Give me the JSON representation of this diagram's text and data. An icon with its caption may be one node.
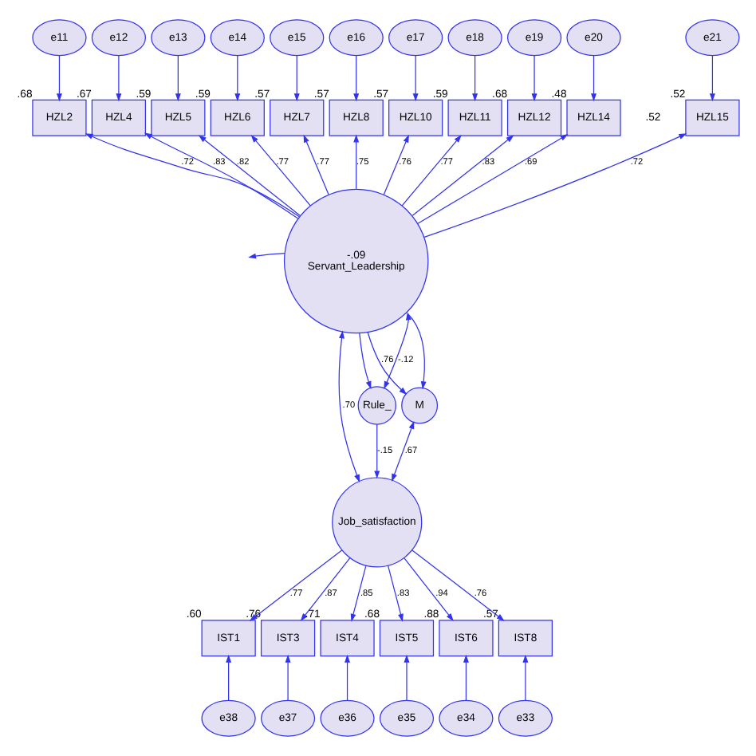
{
  "diagram": {
    "nodes": [
      {
        "text": [
          "e11"
        ]
      },
      {
        "text": [
          "e12"
        ]
      },
      {
        "text": [
          "e13"
        ]
      },
      {
        "text": [
          "e14"
        ]
      },
      {
        "text": [
          "e15"
        ]
      },
      {
        "text": [
          "e16"
        ]
      },
      {
        "text": [
          "e17"
        ]
      },
      {
        "text": [
          "e18"
        ]
      },
      {
        "text": [
          "e19"
        ]
      },
      {
        "text": [
          "e20"
        ]
      },
      {
        "text": [
          "e21"
        ]
      },
      {
        "text": [
          "HZL2"
        ],
        "beside": [
          ".68"
        ]
      },
      {
        "text": [
          "HZL4"
        ],
        "beside": [
          ".67"
        ]
      },
      {
        "text": [
          "HZL5"
        ],
        "beside": [
          ".59"
        ]
      },
      {
        "text": [
          "HZL6"
        ],
        "beside": [
          ".59"
        ]
      },
      {
        "text": [
          "HZL7"
        ],
        "beside": [
          ".57"
        ]
      },
      {
        "text": [
          "HZL8"
        ],
        "beside": [
          ".57"
        ]
      },
      {
        "text": [
          "HZL10"
        ],
        "beside": [
          ".57"
        ]
      },
      {
        "text": [
          "HZL11"
        ],
        "beside": [
          ".59"
        ]
      },
      {
        "text": [
          "HZL12"
        ],
        "beside": [
          ".68"
        ]
      },
      {
        "text": [
          "HZL14"
        ],
        "beside": [
          ".48"
        ]
      },
      {
        "text": [
          "HZL15"
        ],
        "beside": [
          ".52"
        ]
      },
      {
        "text": [
          "-.09",
          "Servant_Leadership"
        ]
      },
      {
        "text": [
          "M"
        ]
      },
      {
        "text": [
          "Rule_"
        ]
      },
      {
        "text": [
          "Job_satisfaction"
        ]
      },
      {
        "text": [
          "IST1"
        ],
        "beside": [
          ".60"
        ]
      },
      {
        "text": [
          "IST3"
        ],
        "beside": [
          ".76"
        ]
      },
      {
        "text": [
          "IST4"
        ],
        "beside": [
          ".71"
        ]
      },
      {
        "text": [
          "IST5"
        ],
        "beside": [
          ".68"
        ]
      },
      {
        "text": [
          "IST6"
        ],
        "beside": [
          ".88"
        ]
      },
      {
        "text": [
          "IST8"
        ],
        "beside": [
          ".57"
        ]
      },
      {
        "text": [
          "e38"
        ]
      },
      {
        "text": [
          "e37"
        ]
      },
      {
        "text": [
          "e36"
        ]
      },
      {
        "text": [
          "e35"
        ]
      },
      {
        "text": [
          "e34"
        ]
      },
      {
        "text": [
          "e33"
        ]
      }
    ],
    "edges": [
      {
        "from": 0,
        "to": 11,
        "arrow": "to"
      },
      {
        "from": 1,
        "to": 12,
        "arrow": "to"
      },
      {
        "from": 2,
        "to": 13,
        "arrow": "to"
      },
      {
        "from": 3,
        "to": 14,
        "arrow": "to"
      },
      {
        "from": 4,
        "to": 15,
        "arrow": "to"
      },
      {
        "from": 5,
        "to": 16,
        "arrow": "to"
      },
      {
        "from": 6,
        "to": 17,
        "arrow": "to"
      },
      {
        "from": 7,
        "to": 18,
        "arrow": "to"
      },
      {
        "from": 8,
        "to": 19,
        "arrow": "to"
      },
      {
        "from": 9,
        "to": 20,
        "arrow": "to"
      },
      {
        "from": 10,
        "to": 21,
        "arrow": "to"
      },
      {
        "from": 22,
        "to": null,
        "arrow": "to"
      },
      {
        "from": 22,
        "to": 11,
        "arrow": "to",
        "label": ".72"
      },
      {
        "from": 22,
        "to": 12,
        "arrow": "to",
        "label": ".83"
      },
      {
        "from": 22,
        "to": 13,
        "arrow": "to",
        "label": ".82"
      },
      {
        "from": 22,
        "to": 14,
        "arrow": "to",
        "label": ".77"
      },
      {
        "from": 22,
        "to": 15,
        "arrow": "to",
        "label": ".77"
      },
      {
        "from": 22,
        "to": 16,
        "arrow": "to",
        "label": ".75"
      },
      {
        "from": 22,
        "to": 17,
        "arrow": "to",
        "label": ".76"
      },
      {
        "from": 22,
        "to": 18,
        "arrow": "to",
        "label": ".77"
      },
      {
        "from": 22,
        "to": 19,
        "arrow": "to",
        "label": ".83"
      },
      {
        "from": 22,
        "to": 20,
        "arrow": "to",
        "label": ".69"
      },
      {
        "from": 22,
        "to": 21,
        "arrow": "to",
        "label": ".72"
      },
      {
        "from": 22,
        "to": 23,
        "arrow": "to",
        "label": ".76"
      },
      {
        "from": 22,
        "to": 23,
        "arrow": "to"
      },
      {
        "from": 22,
        "to": 24,
        "arrow": "to"
      },
      {
        "from": 22,
        "to": 25,
        "arrow": "both",
        "label": ".70"
      },
      {
        "from": 23,
        "to": 25,
        "arrow": "both",
        "label": ".67"
      },
      {
        "from": 24,
        "to": 25,
        "arrow": "to",
        "label": "-.15"
      },
      {
        "from": 22,
        "to": 24,
        "arrow": "both",
        "label": "-.12"
      },
      {
        "from": 25,
        "to": 26,
        "arrow": "to",
        "label": ".77"
      },
      {
        "from": 25,
        "to": 27,
        "arrow": "to",
        "label": ".87"
      },
      {
        "from": 25,
        "to": 28,
        "arrow": "to",
        "label": ".85"
      },
      {
        "from": 25,
        "to": 29,
        "arrow": "to",
        "label": ".83"
      },
      {
        "from": 25,
        "to": 30,
        "arrow": "to",
        "label": ".94"
      },
      {
        "from": 25,
        "to": 31,
        "arrow": "to",
        "label": ".76"
      },
      {
        "from": 32,
        "to": 26,
        "arrow": "to"
      },
      {
        "from": 33,
        "to": 27,
        "arrow": "to"
      },
      {
        "from": 34,
        "to": 28,
        "arrow": "to"
      },
      {
        "from": 35,
        "to": 29,
        "arrow": "to"
      },
      {
        "from": 36,
        "to": 30,
        "arrow": "to"
      },
      {
        "from": 37,
        "to": 31,
        "arrow": "to"
      }
    ],
    "labels": [
      ".52"
    ]
  }
}
